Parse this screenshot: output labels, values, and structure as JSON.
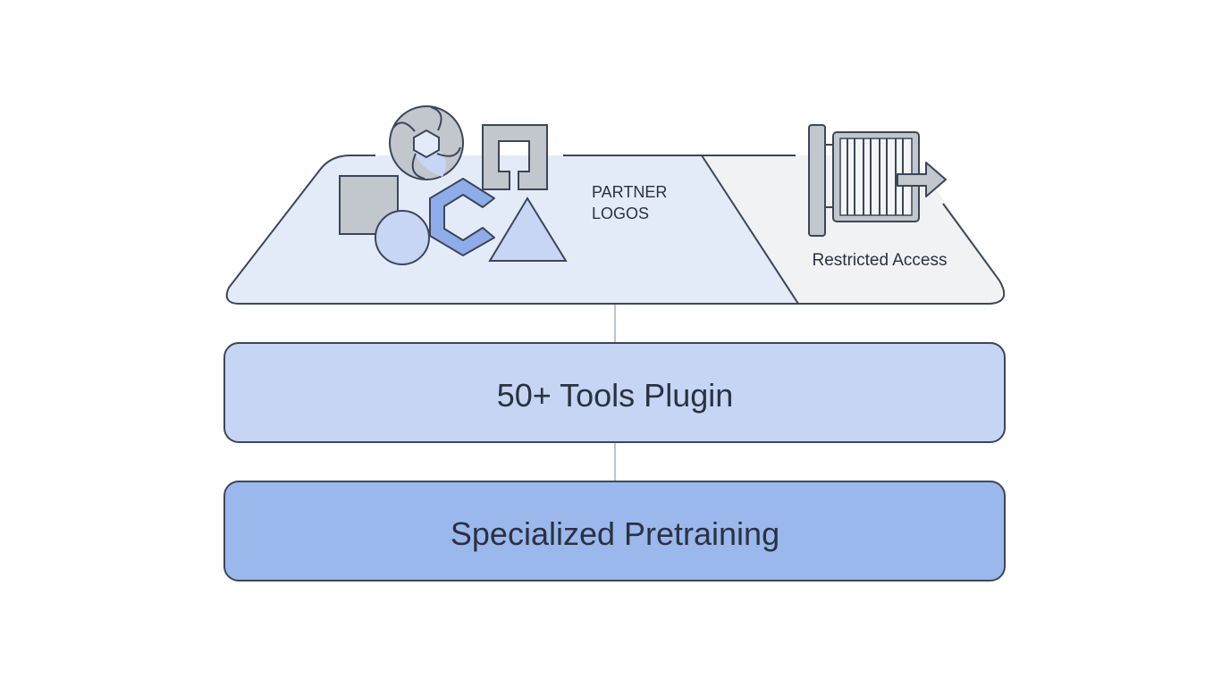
{
  "top_layer": {
    "left_label_line1": "PARTNER",
    "left_label_line2": "LOGOS",
    "right_label": "Restricted Access"
  },
  "middle_layer": {
    "label": "50+ Tools Plugin"
  },
  "bottom_layer": {
    "label": "Specialized Pretraining"
  },
  "colors": {
    "stroke": "#3c4658",
    "top_left_fill": "#e4ebf8",
    "top_right_fill": "#f1f2f4",
    "middle_fill": "#c5d5f3",
    "bottom_fill": "#9bb8ec",
    "gray_shape": "#c2c6cd",
    "blue_shape": "#8eacea",
    "light_blue_shape": "#c6d6f4",
    "connector": "#b8c4d8"
  },
  "icons": [
    "aperture-logo-icon",
    "square-logo-icon",
    "circle-logo-icon",
    "hexagon-c-logo-icon",
    "triangle-logo-icon",
    "bracket-logo-icon",
    "gate-icon",
    "arrow-right-icon"
  ]
}
